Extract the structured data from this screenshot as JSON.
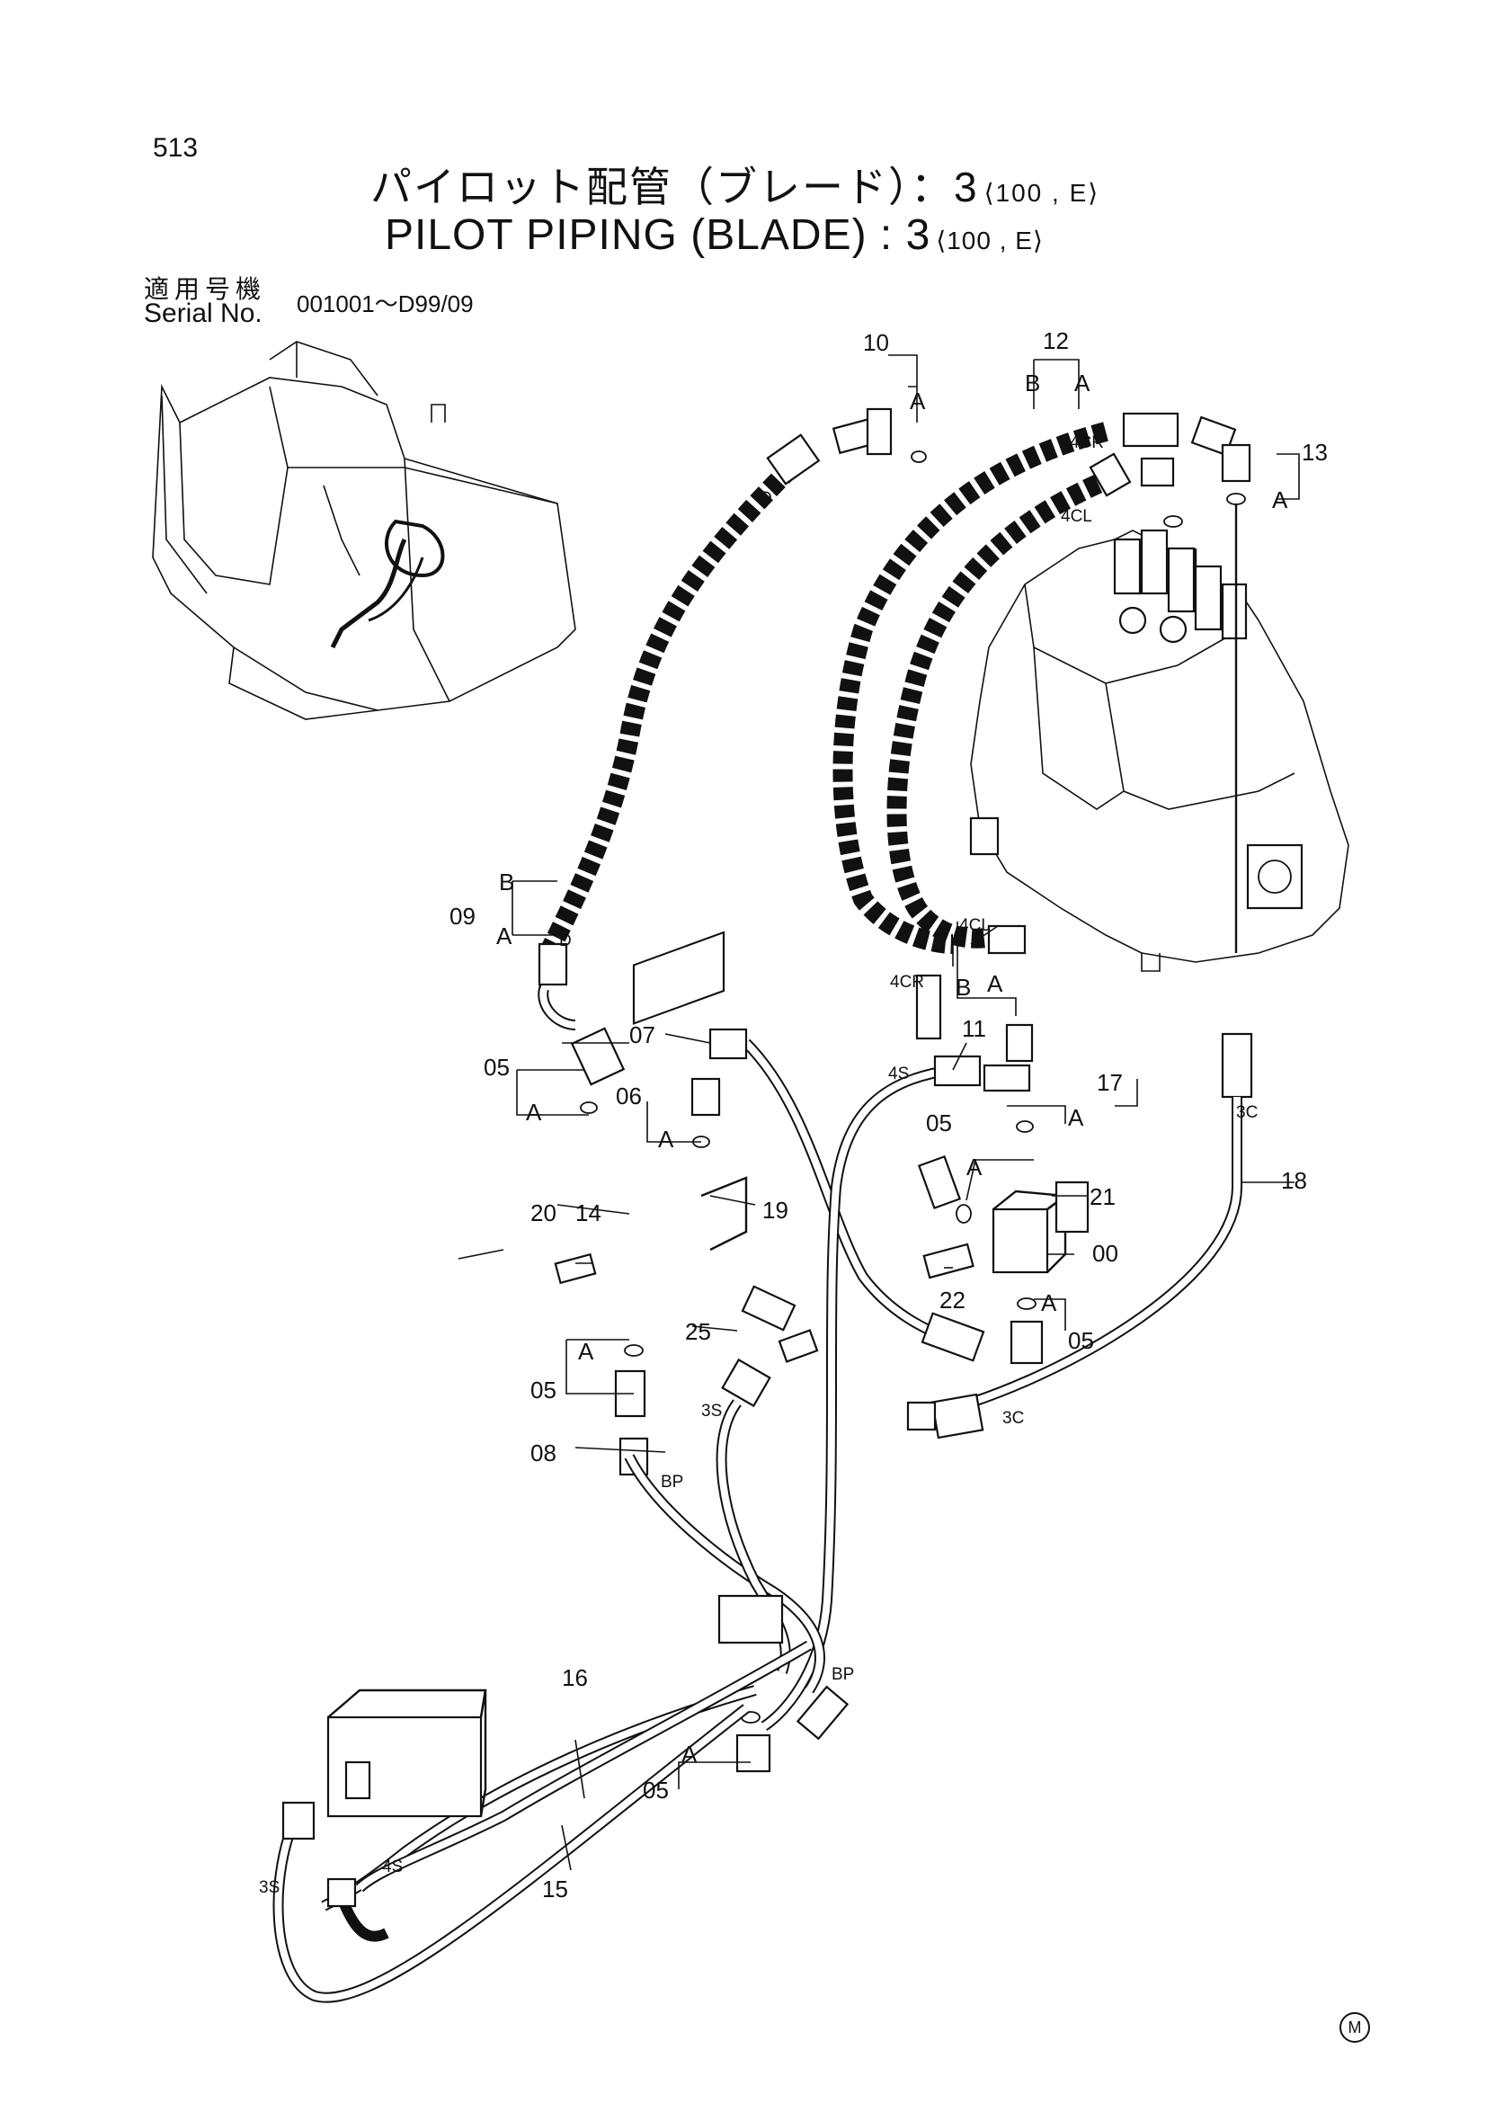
{
  "header": {
    "page_number": "513",
    "title_jp": "パイロット配管（ブレード）：3",
    "title_en": "PILOT PIPING (BLADE) : 3",
    "title_suffix": "⟨100 , E⟩",
    "serial_label_jp": "適用号機",
    "serial_label_en": "Serial No.",
    "serial_range": "001001～D99/09"
  },
  "callouts": {
    "p00": "00",
    "p05a": "05",
    "p05b": "05",
    "p05c": "05",
    "p05d": "05",
    "p05e": "05",
    "p06": "06",
    "p07": "07",
    "p08": "08",
    "p09": "09",
    "p10": "10",
    "p11": "11",
    "p12": "12",
    "p13": "13",
    "p14": "14",
    "p15": "15",
    "p16": "16",
    "p17": "17",
    "p18": "18",
    "p19": "19",
    "p20": "20",
    "p21": "21",
    "p22": "22",
    "p25": "25"
  },
  "sublabels": {
    "A": "A",
    "B": "B",
    "D": "D",
    "4CR": "4CR",
    "4CL": "4CL",
    "4S": "4S",
    "3C": "3C",
    "3S": "3S",
    "BP": "BP"
  },
  "footer": {
    "maker_mark": "M"
  }
}
